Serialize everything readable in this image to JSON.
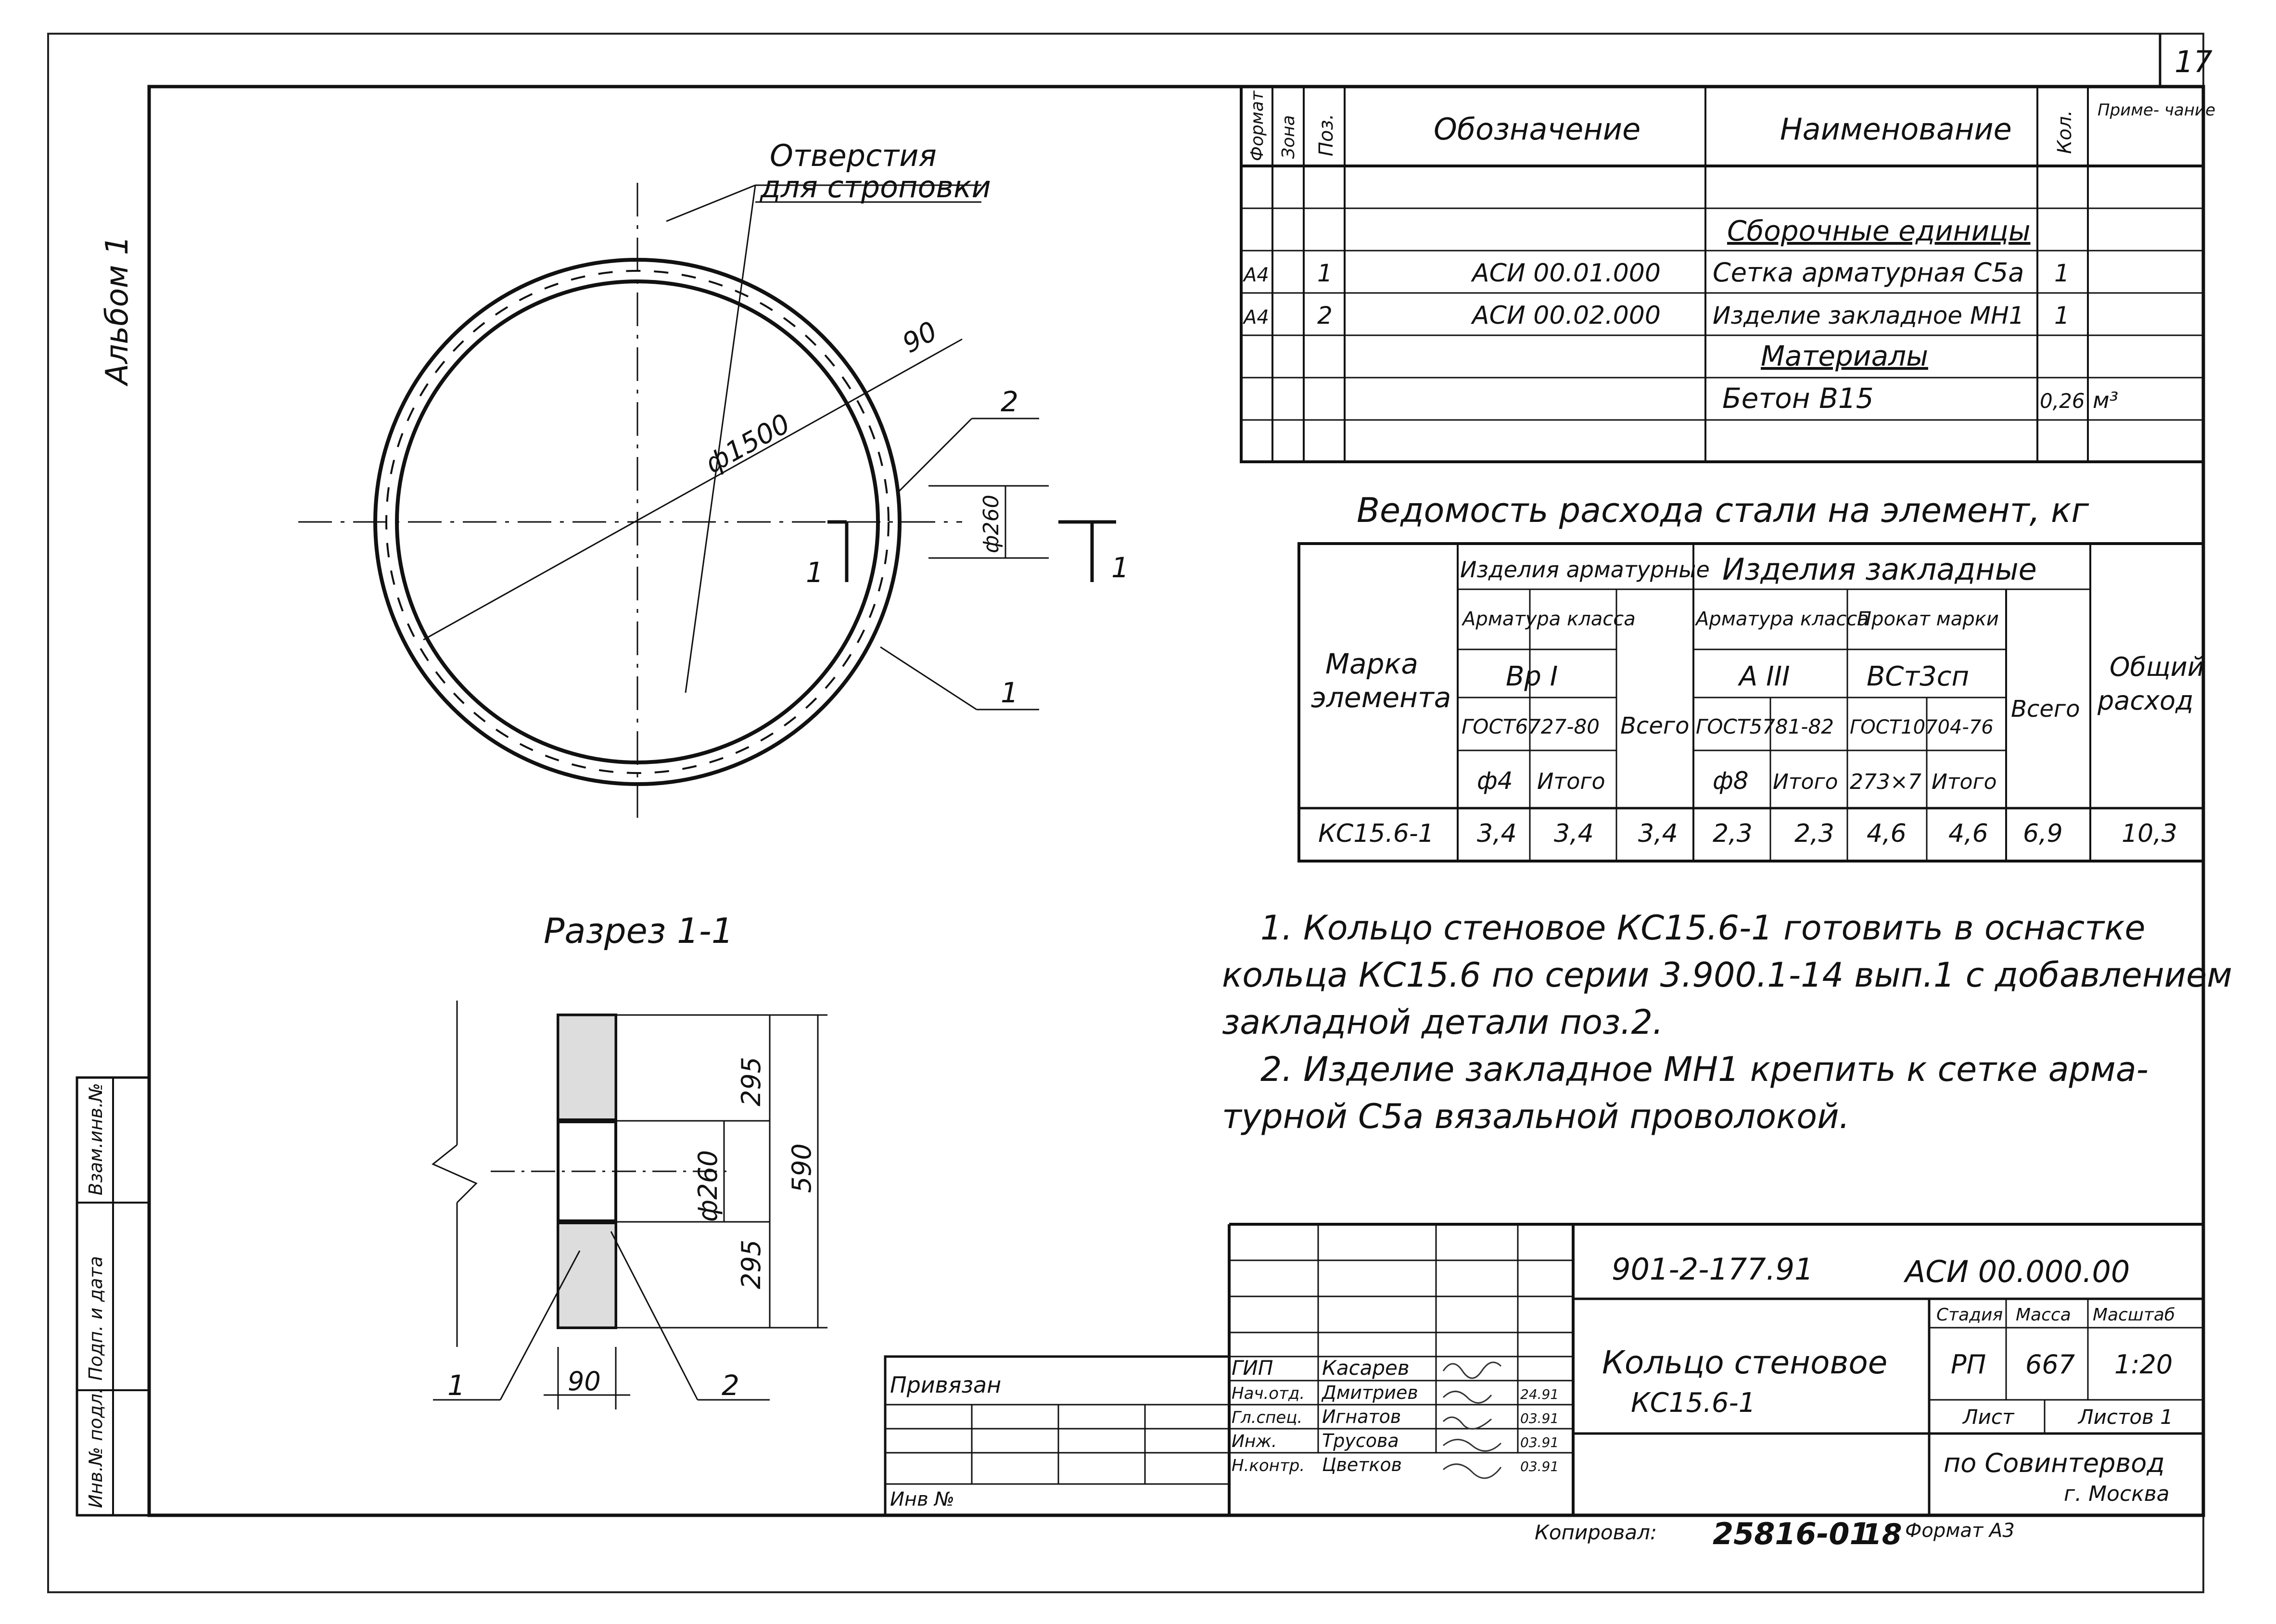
{
  "sheet": {
    "sheet_number": "17",
    "album": "Альбом 1",
    "copied_by": "Копировал:",
    "copy_number": "25816-01",
    "copy_sheet": "18",
    "format": "Формат А3"
  },
  "side_stamp": {
    "cols": [
      "Инв.№ подл.",
      "Подп. и дата",
      "Взам.инв.№"
    ]
  },
  "plan_view": {
    "holes_label_1": "Отверстия",
    "holes_label_2": "для строповки",
    "diameter": "ф1500",
    "dim_90": "90",
    "hole_diameter": "ф260",
    "pos_1": "1",
    "pos_2": "2",
    "cut_1": "1",
    "cut_2": "1"
  },
  "section_view": {
    "title": "Разрез 1-1",
    "dim_295_top": "295",
    "dim_295_bottom": "295",
    "dim_590": "590",
    "hole": "ф260",
    "width": "90",
    "pos_1": "1",
    "pos_2": "2"
  },
  "spec_table": {
    "headers": {
      "format": "Формат",
      "zone": "Зона",
      "pos": "Поз.",
      "designation": "Обозначение",
      "name": "Наименование",
      "qty": "Кол.",
      "note": "Приме-\nчание"
    },
    "rows": [
      {
        "format": "",
        "zone": "",
        "pos": "",
        "designation": "",
        "name": "",
        "qty": "",
        "note": ""
      },
      {
        "format": "",
        "zone": "",
        "pos": "",
        "designation": "",
        "name": "Сборочные единицы",
        "qty": "",
        "note": "",
        "section": true
      },
      {
        "format": "А4",
        "zone": "",
        "pos": "1",
        "designation": "АСИ 00.01.000",
        "name": "Сетка арматурная С5а",
        "qty": "1",
        "note": ""
      },
      {
        "format": "А4",
        "zone": "",
        "pos": "2",
        "designation": "АСИ 00.02.000",
        "name": "Изделие закладное МН1",
        "qty": "1",
        "note": ""
      },
      {
        "format": "",
        "zone": "",
        "pos": "",
        "designation": "",
        "name": "Материалы",
        "qty": "",
        "note": "",
        "section": true
      },
      {
        "format": "",
        "zone": "",
        "pos": "",
        "designation": "",
        "name": "Бетон В15",
        "qty": "0,26",
        "note": "м³"
      },
      {
        "format": "",
        "zone": "",
        "pos": "",
        "designation": "",
        "name": "",
        "qty": "",
        "note": ""
      }
    ]
  },
  "steel_table": {
    "title": "Ведомость расхода стали на элемент, кг",
    "h_mark": "Марка элемента",
    "h_armature_items": "Изделия арматурные",
    "h_embedded_items": "Изделия закладные",
    "h_class1": "Арматура класса",
    "h_class2": "Арматура класса",
    "h_rolled": "Прокат марки",
    "h_vr": "Вр I",
    "h_a3": "А III",
    "h_vst": "ВСт3сп",
    "h_gost1": "ГОСТ6727-80",
    "h_gost2": "ГОСТ5781-82",
    "h_gost3": "ГОСТ10704-76",
    "h_total": "Всего",
    "h_total2": "Всего",
    "h_general": "Общий расход",
    "h_d4": "ф4",
    "h_itogo1": "Итого",
    "h_d8": "ф8",
    "h_itogo2": "Итого",
    "h_pipe": "273×7",
    "h_itogo3": "Итого",
    "row": [
      "КС15.6-1",
      "3,4",
      "3,4",
      "3,4",
      "2,3",
      "2,3",
      "4,6",
      "4,6",
      "6,9",
      "10,3"
    ]
  },
  "notes": [
    "1. Кольцо стеновое КС15.6-1 готовить в оснастке",
    "кольца КС15.6 по серии 3.900.1-14 вып.1 с добавлением",
    "закладной детали поз.2.",
    "2. Изделие закладное МН1 крепить к сетке арма-",
    "турной С5а вязальной проволокой."
  ],
  "title_block": {
    "doc_code": "901-2-177.91",
    "doc_designation": "АСИ 00.000.00",
    "name_line1": "Кольцо стеновое",
    "name_line2": "КС15.6-1",
    "stage_label": "Стадия",
    "mass_label": "Масса",
    "scale_label": "Масштаб",
    "stage": "РП",
    "mass": "667",
    "scale": "1:20",
    "sheet_label": "Лист",
    "sheets_label": "Листов 1",
    "org_1": "по Совинтервод",
    "org_2": "г. Москва",
    "linked": "Привязан",
    "inv": "Инв №",
    "roles": [
      {
        "role": "ГИП",
        "name": "Касарев",
        "date": ""
      },
      {
        "role": "Нач.отд.",
        "name": "Дмитриев",
        "date": "24.91"
      },
      {
        "role": "Гл.спец.",
        "name": "Игнатов",
        "date": "03.91"
      },
      {
        "role": "Инж.",
        "name": "Трусова",
        "date": "03.91"
      },
      {
        "role": "Н.контр.",
        "name": "Цветков",
        "date": "03.91"
      }
    ]
  }
}
